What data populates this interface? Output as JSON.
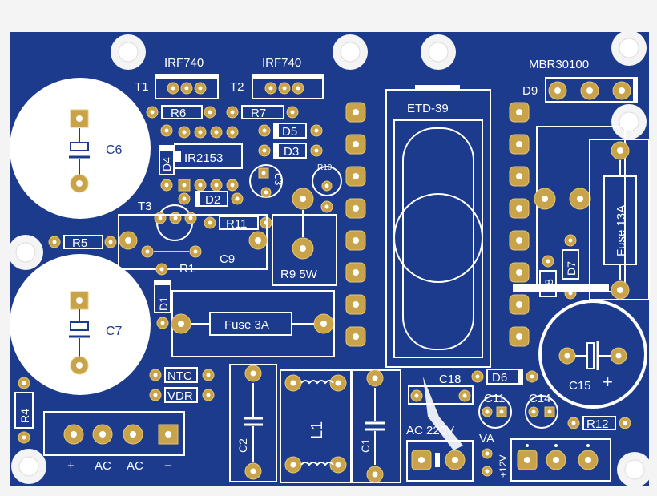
{
  "colors": {
    "board": "#1d3b8c",
    "silkscreen": "#ffffff",
    "copper_pad": "#c9a34a",
    "background": "#f4f4f4"
  },
  "labels": {
    "irf740_left": "IRF740",
    "irf740_right": "IRF740",
    "t1": "T1",
    "t2": "T2",
    "mbr": "MBR30100",
    "d9": "D9",
    "etd": "ETD-39",
    "r6": "R6",
    "r7": "R7",
    "d5": "D5",
    "d3": "D3",
    "d4": "D4",
    "ir2153": "IR2153",
    "c6": "C6",
    "c3": "C3",
    "r10": "R10",
    "d2": "D2",
    "t3": "T3",
    "r11": "R11",
    "r5": "R5",
    "r1": "R1",
    "c9": "C9",
    "r9": "R9 5W",
    "fuse13": "Fuse 13A",
    "d7": "D7",
    "d8": "D8",
    "d1": "D1",
    "c7": "C7",
    "fuse3": "Fuse 3A",
    "c15": "C15",
    "plus_c15": "+",
    "c18": "C18",
    "d6": "D6",
    "c11": "C11",
    "c14": "C14",
    "r12": "R12",
    "ntc": "NTC",
    "vdr": "VDR",
    "r4": "R4",
    "c2": "C2",
    "l1": "L1",
    "c1": "C1",
    "ac220": "AC 220V",
    "va": "VA",
    "v12": "+12V",
    "term_plus": "+",
    "term_ac1": "AC",
    "term_ac2": "AC",
    "term_minus": "−"
  }
}
